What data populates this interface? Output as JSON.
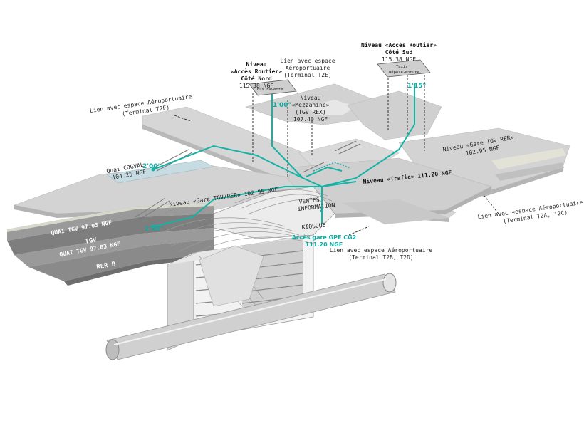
{
  "colors": {
    "slab_top": "#d4d4d4",
    "slab_side": "#b9b9b9",
    "track": "#8e8e8e",
    "track_dark": "#6a6a6a",
    "accent": "#14b3a6",
    "cdgval": "#c9dde4",
    "background": "#ffffff"
  },
  "labels": {
    "niveau_nord": [
      "Niveau",
      "«Accès Routier»",
      "Côté Nord",
      "115.38 NGF"
    ],
    "lien_t2e": [
      "Lien avec espace",
      "Aéroportuaire",
      "(Terminal T2E)"
    ],
    "niveau_sud": [
      "Niveau «Accès Routier»",
      "Côté Sud",
      "115.38 NGF"
    ],
    "lien_t2f": [
      "Lien avec espace Aéroportuaire",
      "(Terminal T2F)"
    ],
    "mezzanine": [
      "Niveau",
      "«Mezzanine»",
      "(TGV REX)",
      "107.40 NGF"
    ],
    "gare_tgv_rer_right": [
      "Niveau «Gare TGV RER»",
      "102.95 NGF"
    ],
    "quai_cdgval": [
      "Quai CDGVAL",
      "104.25 NGF"
    ],
    "trafic": "Niveau «Trafic» 111.20 NGF",
    "gare_tgv_rer_left": "Niveau «Gare TGV/RER» 102.95 NGF",
    "quai_tgv_1": "QUAI TGV 97.03 NGF",
    "tgv": "TGV",
    "quai_tgv_2": "QUAI TGV 97.03 NGF",
    "rer_b": "RER B",
    "ventes": "VENTES",
    "information": "INFORMATION",
    "kiosque": "KIOSQUE",
    "gpe": [
      "Accès gare GPE CG2",
      "111.20 NGF"
    ],
    "lien_t2b": [
      "Lien avec espace Aéroportuaire",
      "(Terminal T2B, T2D)"
    ],
    "lien_t2a": [
      "Lien avec «espace Aéroportuaire",
      "(Terminal T2A, T2C)"
    ],
    "sign_nord": "Bus navette",
    "sign_sud": [
      "Taxis",
      "Dépose-Minute"
    ]
  },
  "times": {
    "nord": "1'00\"",
    "sud": "1'15\"",
    "cdgval": "2'00\"",
    "tgv": "2'30\""
  }
}
